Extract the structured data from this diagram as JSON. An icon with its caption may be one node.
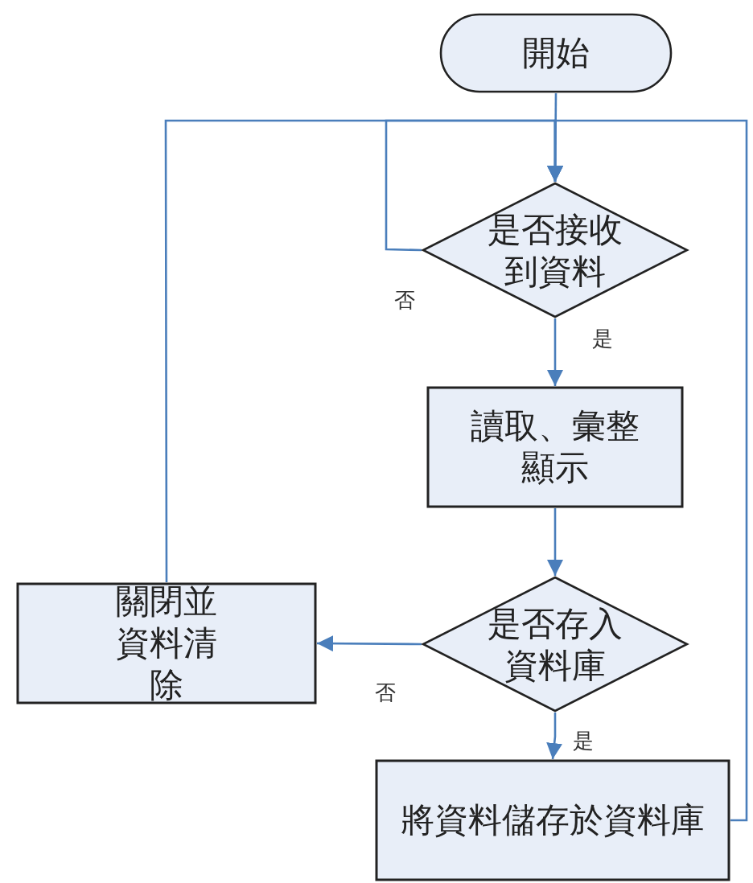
{
  "diagram": {
    "nodes": [
      {
        "text": [
          "開始"
        ]
      },
      {
        "text": [
          "是否接收到資料"
        ]
      },
      {
        "text": [
          "讀取、彙整顯示"
        ]
      },
      {
        "text": [
          "是否存入資料庫"
        ]
      },
      {
        "text": [
          "關閉並資料清除"
        ]
      },
      {
        "text": [
          "將資料儲存於資料庫"
        ]
      }
    ],
    "edges": [
      {
        "from": 0,
        "to": 1,
        "arrow": "to"
      },
      {
        "from": 1,
        "to": 2,
        "arrow": "to",
        "label": "是"
      },
      {
        "from": 1,
        "to": 1,
        "arrow": "to",
        "label": "否"
      },
      {
        "from": 2,
        "to": 3,
        "arrow": "to"
      },
      {
        "from": 3,
        "to": 4,
        "arrow": "to",
        "label": "否"
      },
      {
        "from": 3,
        "to": 5,
        "arrow": "to",
        "label": "是"
      },
      {
        "from": 4,
        "to": 1,
        "arrow": "to"
      },
      {
        "from": 5,
        "to": 1,
        "arrow": "to"
      }
    ]
  }
}
